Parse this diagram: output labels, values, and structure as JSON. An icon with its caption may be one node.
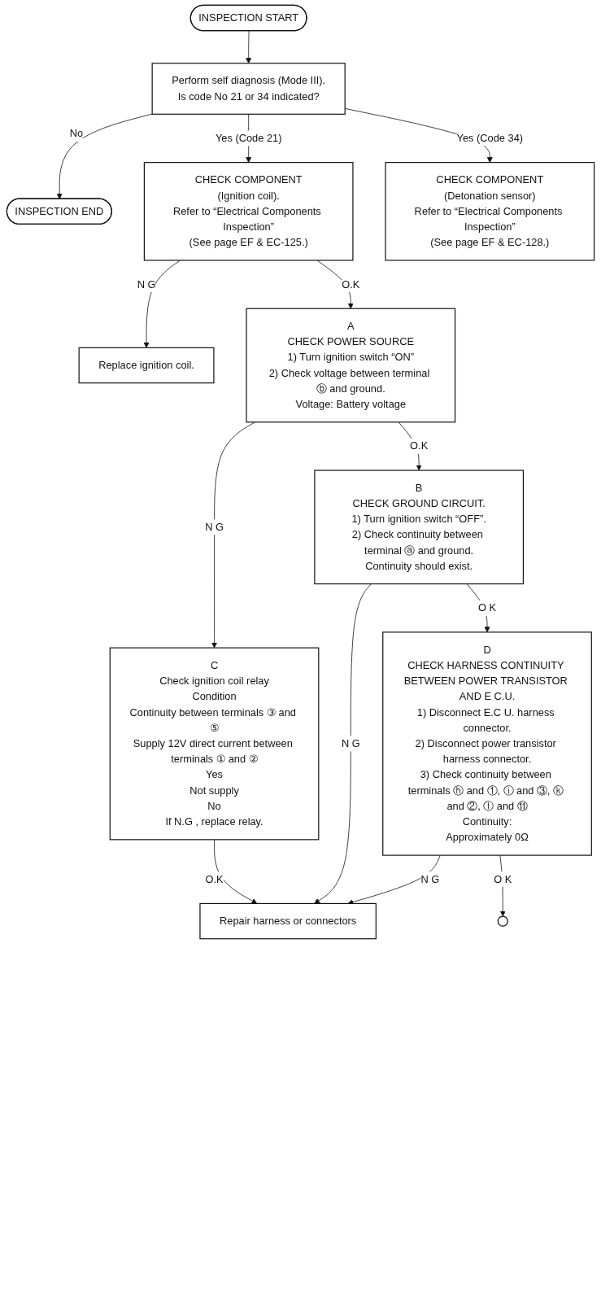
{
  "diagram": {
    "nodes": [
      {
        "text": [
          "INSPECTION START"
        ]
      },
      {
        "text": [
          "Perform self diagnosis (Mode III).",
          "Is code No 21 or 34 indicated?"
        ]
      },
      {
        "text": [
          "INSPECTION END"
        ]
      },
      {
        "text": [
          "CHECK COMPONENT",
          "(Ignition coil).",
          "Refer to “Electrical Components Inspection”",
          "(See page EF & EC-125.)"
        ]
      },
      {
        "text": [
          "CHECK COMPONENT",
          "(Detonation sensor)",
          "Refer to “Electrical Components Inspection”",
          "(See page EF & EC-128.)"
        ]
      },
      {
        "text": [
          "Replace ignition coil."
        ]
      },
      {
        "text": [
          "A",
          "CHECK POWER SOURCE",
          "1) Turn ignition switch “ON”",
          "2) Check voltage between terminal ⓑ and ground.",
          "Voltage: Battery voltage"
        ]
      },
      {
        "text": [
          "C",
          "Check ignition coil relay",
          "Condition",
          "Continuity between terminals ③ and ⑤",
          "Supply 12V direct current between terminals ① and ②",
          "Yes",
          "Not supply",
          "No",
          "If N.G , replace relay."
        ]
      },
      {
        "text": [
          "Repair harness or connectors"
        ]
      },
      {
        "text": [
          "B",
          "CHECK GROUND CIRCUIT.",
          "1) Turn ignition switch “OFF”.",
          "2) Check continuity between terminal ⓐ and ground.",
          "Continuity should exist."
        ]
      },
      {
        "text": [
          "D",
          "CHECK HARNESS CONTINUITY BETWEEN POWER TRANSISTOR AND E C.U.",
          "1) Disconnect E.C U. harness connector.",
          "2) Disconnect power transistor harness connector.",
          "3) Check continuity between terminals ⓗ and ①, ⓘ and ③, ⓚ and ②, ⓛ and ⑪",
          "Continuity:",
          "Approximately 0Ω"
        ]
      },
      {
        "text": [],
        "shape": "circle"
      }
    ],
    "edges": [
      {
        "from": 0,
        "to": 1,
        "arrow": "to"
      },
      {
        "from": 1,
        "to": 2,
        "arrow": "to",
        "label": "No"
      },
      {
        "from": 1,
        "to": 3,
        "arrow": "to",
        "label": "Yes (Code 21)"
      },
      {
        "from": 1,
        "to": 4,
        "arrow": "to",
        "label": "Yes (Code 34)"
      },
      {
        "from": 3,
        "to": 5,
        "arrow": "to",
        "label": "N G"
      },
      {
        "from": 3,
        "to": 6,
        "arrow": "to",
        "label": "O.K"
      },
      {
        "from": 6,
        "to": 7,
        "arrow": "to",
        "label": "N G"
      },
      {
        "from": 6,
        "to": 9,
        "arrow": "to",
        "label": "O.K"
      },
      {
        "from": 7,
        "to": 8,
        "arrow": "to",
        "label": "O.K"
      },
      {
        "from": 9,
        "to": 8,
        "arrow": "to",
        "label": "N G"
      },
      {
        "from": 9,
        "to": 10,
        "arrow": "to",
        "label": "O K"
      },
      {
        "from": 10,
        "to": 8,
        "arrow": "to",
        "label": "N G"
      },
      {
        "from": 10,
        "to": 11,
        "arrow": "to",
        "label": "O K"
      }
    ]
  }
}
